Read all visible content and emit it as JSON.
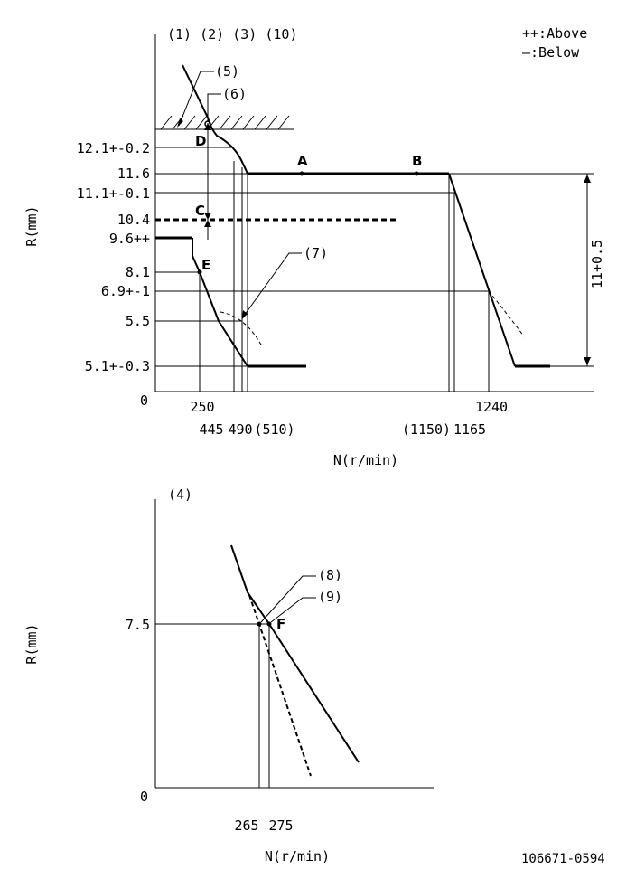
{
  "legend": {
    "above": "++:Above",
    "below": "—:Below"
  },
  "top_chart": {
    "callout_numbers": "(1) (2) (3) (10)",
    "y_axis_label": "R(mm)",
    "x_axis_label": "N(r/min)",
    "origin": "0",
    "y_ticks": [
      "12.1+-0.2",
      "11.6",
      "11.1+-0.1",
      "10.4",
      "9.6++",
      "8.1",
      "6.9+-1",
      "5.5",
      "5.1+-0.3"
    ],
    "x_ticks": [
      "250",
      "445",
      "490",
      "(510)",
      "(1150)",
      "1165",
      "1240"
    ],
    "points": {
      "a": "A",
      "b": "B",
      "c": "C",
      "d": "D",
      "e": "E"
    },
    "callouts": {
      "c5": "(5)",
      "c6": "(6)",
      "c7": "(7)"
    },
    "span_label": "11+0.5"
  },
  "bottom_chart": {
    "callout_number": "(4)",
    "y_axis_label": "R(mm)",
    "x_axis_label": "N(r/min)",
    "origin": "0",
    "y_ticks": [
      "7.5"
    ],
    "x_ticks": [
      "265",
      "275"
    ],
    "point_f": "F",
    "callouts": {
      "c8": "(8)",
      "c9": "(9)"
    }
  },
  "drawing_number": "106671-0594"
}
